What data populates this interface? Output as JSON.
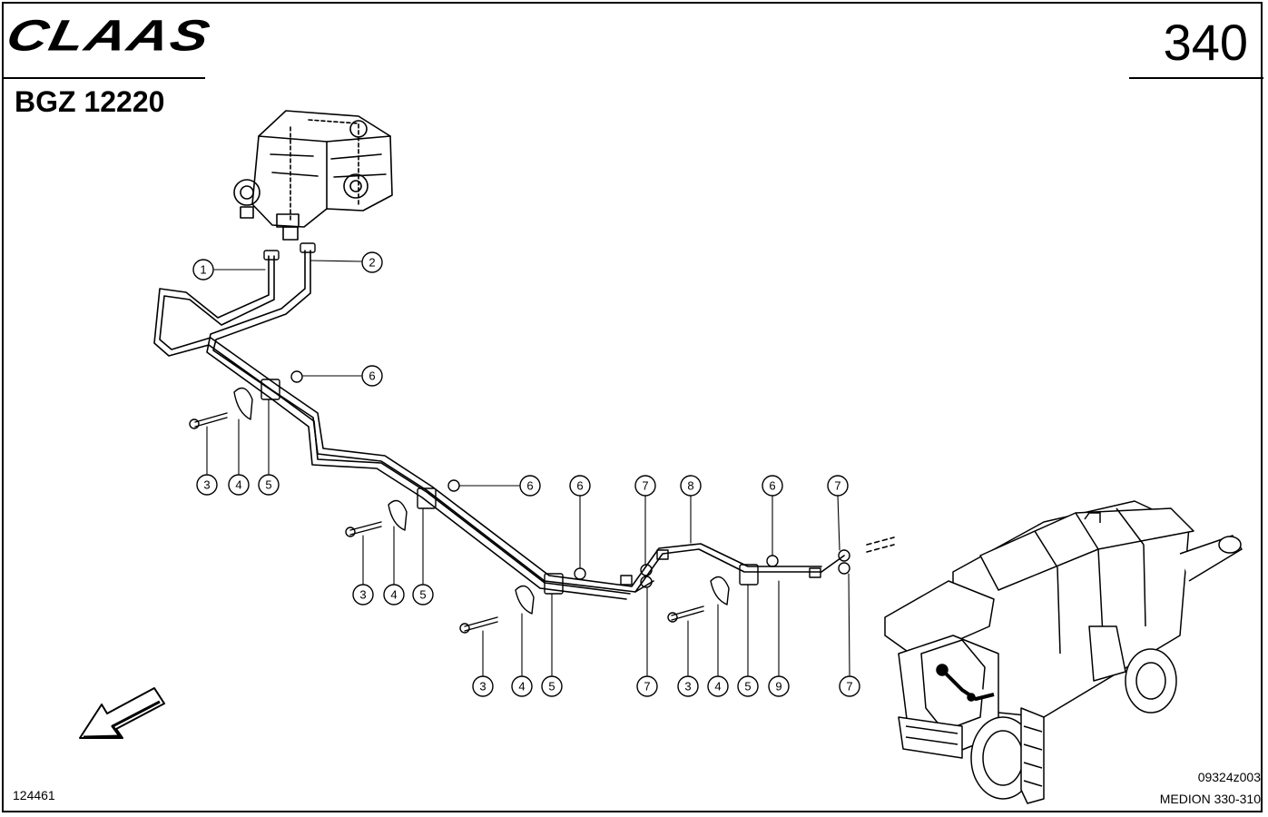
{
  "header": {
    "brand": "CLAAS",
    "page_number": "340",
    "group_code": "BGZ 12220"
  },
  "callouts": [
    "1",
    "2",
    "3",
    "4",
    "5",
    "6",
    "7",
    "8",
    "9"
  ],
  "footer": {
    "drawing_id": "124461",
    "figure_code": "09324z003",
    "model": "MEDION 330-310"
  },
  "icons": {
    "direction_arrow": "arrow-down-left-icon",
    "combine": "combine-harvester-icon",
    "valve": "hydraulic-valve-block-icon"
  }
}
